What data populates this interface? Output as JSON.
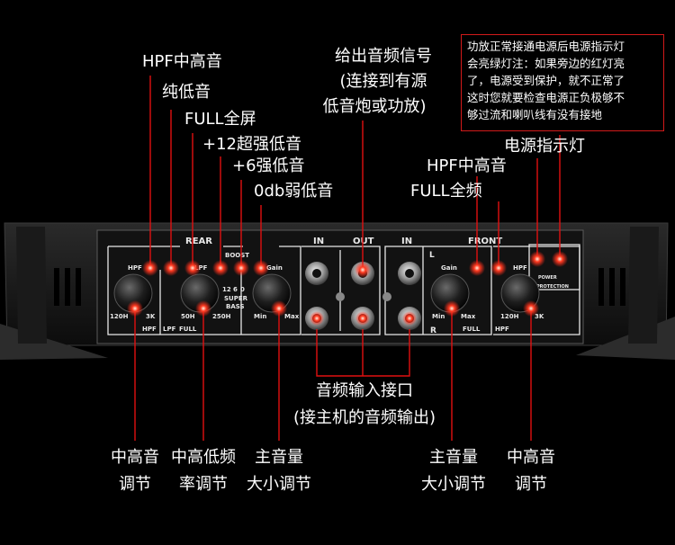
{
  "callouts_top": {
    "hpf_treble": "HPF中高音",
    "pure_bass": "纯低音",
    "full_screen": "FULL全屏",
    "boost12": "+12超强低音",
    "boost6": "+6强低音",
    "boost0": "0db弱低音",
    "output_line1": "给出音频信号",
    "output_line2": "(连接到有源",
    "output_line3": "低音炮或功放)",
    "front_hpf": "HPF中高音",
    "front_full": "FULL全频",
    "power_led": "电源指示灯"
  },
  "note_box": {
    "lines": [
      "功放正常接通电源后电源指示灯",
      "会亮绿灯注：如果旁边的红灯亮",
      "了，电源受到保护，就不正常了",
      "这时您就要检查电源正负极够不",
      "够过流和喇叭线有没有接地"
    ]
  },
  "callouts_bottom": {
    "input_line1": "音频输入接口",
    "input_line2": "(接主机的音频输出)",
    "rear_hpf_l1": "中高音",
    "rear_hpf_l2": "调节",
    "rear_lpf_l1": "中高低频",
    "rear_lpf_l2": "率调节",
    "rear_gain_l1": "主音量",
    "rear_gain_l2": "大小调节",
    "front_gain_l1": "主音量",
    "front_gain_l2": "大小调节",
    "front_hpf_l1": "中高音",
    "front_hpf_l2": "调节"
  },
  "panel": {
    "rear": "REAR",
    "front": "FRONT",
    "in_left": "IN",
    "out": "OUT",
    "in_right": "IN",
    "boost": "BOOST",
    "l_mark": "L",
    "r_mark": "R",
    "hpf": "HPF",
    "lpf": "LPF",
    "full": "FULL",
    "gain": "Gain",
    "min": "Min",
    "max": "Max",
    "h120": "120H",
    "k3": "3K",
    "h50": "50H",
    "h250": "250H",
    "super_bass_l1": "SUPER",
    "super_bass_l2": "BASS",
    "db12": "12",
    "db6": "6",
    "db0": "0",
    "power": "POWER",
    "protection": "PROTECTION"
  },
  "colors": {
    "led_red": "#ff2a1a",
    "line_red": "#e01010",
    "panel": "#141414",
    "silk": "#e8e8e8"
  }
}
